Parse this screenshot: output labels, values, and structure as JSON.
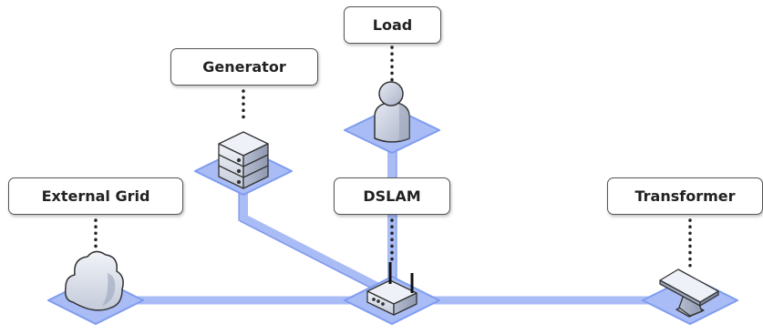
{
  "colors": {
    "link": "#a9bcf5",
    "link_edge": "#6f8be8",
    "pad": "#a9bcf5",
    "pad_edge": "#7f9cf0",
    "device": "#dde2ee",
    "device_dark": "#9ea8bf",
    "outline": "#333333"
  },
  "nodes": {
    "load": {
      "label": "Load",
      "icon": "user-icon"
    },
    "generator": {
      "label": "Generator",
      "icon": "server-icon"
    },
    "external_grid": {
      "label": "External Grid",
      "icon": "cloud-icon"
    },
    "dslam": {
      "label": "DSLAM",
      "icon": "router-icon"
    },
    "transformer": {
      "label": "Transformer",
      "icon": "transformer-icon"
    }
  },
  "links": [
    {
      "from": "external_grid",
      "to": "dslam"
    },
    {
      "from": "dslam",
      "to": "transformer"
    },
    {
      "from": "generator",
      "to": "dslam"
    },
    {
      "from": "load",
      "to": "dslam"
    }
  ]
}
